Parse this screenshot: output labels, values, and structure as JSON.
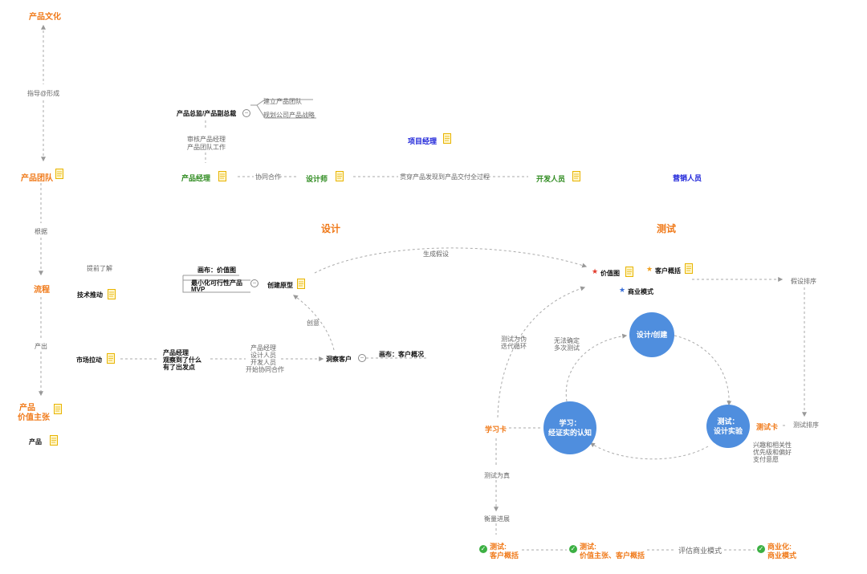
{
  "left": {
    "product_culture": "产品文化",
    "guide_form": "指导@形成",
    "product_team": "产品团队",
    "basis": "根据",
    "process": "流程",
    "output": "产出",
    "value_prop_1": "产品",
    "value_prop_2": "价值主张",
    "product": "产品"
  },
  "team": {
    "director": "产品总监/产品副总裁",
    "build_team": "建立产品团队",
    "plan_strategy": "规划公司产品战略",
    "review_1": "审核产品经理",
    "review_2": "产品团队工作",
    "project_manager": "项目经理",
    "product_manager": "产品经理",
    "collab": "协同合作",
    "designer": "设计师",
    "through_process": "贯穿产品发现到产品交付全过程",
    "developer": "开发人员",
    "marketing": "营销人员"
  },
  "design": {
    "title": "设计",
    "know_ahead": "提前了解",
    "tech_push": "技术推动",
    "canvas_value": "画布：价值图",
    "mvp_1": "最小化可行性产品",
    "mvp_2": "MVP",
    "prototype": "创建原型",
    "generate_hypothesis": "生成假设",
    "creativity": "创意",
    "market_pull": "市场拉动",
    "pm_obs_1": "产品经理",
    "pm_obs_2": "观察到了什么",
    "pm_obs_3": "有了出发点",
    "roles_1": "产品经理",
    "roles_2": "设计人员",
    "roles_3": "开发人员",
    "roles_4": "开始协同合作",
    "insight": "洞察客户",
    "canvas_customer": "画布：客户概况"
  },
  "test": {
    "title": "测试",
    "value_map": "价值图",
    "customer_profile": "客户概括",
    "business_model": "商业模式",
    "hypothesis_sort": "假设排序",
    "false_1": "测试为伪",
    "false_2": "迭代循环",
    "uncertain_1": "无法确定",
    "uncertain_2": "多次测试",
    "design_create": "设计/创建",
    "learn_1": "学习：",
    "learn_2": "经证实的认知",
    "test_1": "测试：",
    "test_2": "设计实验",
    "learning_card": "学习卡",
    "test_card": "测试卡",
    "test_sort": "测试排序",
    "note_1": "兴趣和相关性",
    "note_2": "优先级和偏好",
    "note_3": "支付意愿",
    "true": "测试为真",
    "measure": "衡量进展"
  },
  "bottom": {
    "step1_a": "测试:",
    "step1_b": "客户概括",
    "step2_a": "测试:",
    "step2_b": "价值主张、客户概括",
    "evaluate": "评估商业模式",
    "step3_a": "商业化:",
    "step3_b": "商业模式"
  },
  "colors": {
    "accent_orange": "#f07a1a",
    "green": "#2e8b1f",
    "blue": "#1c22d9",
    "circle_blue": "#4f8ede",
    "check_green": "#3cb043"
  }
}
